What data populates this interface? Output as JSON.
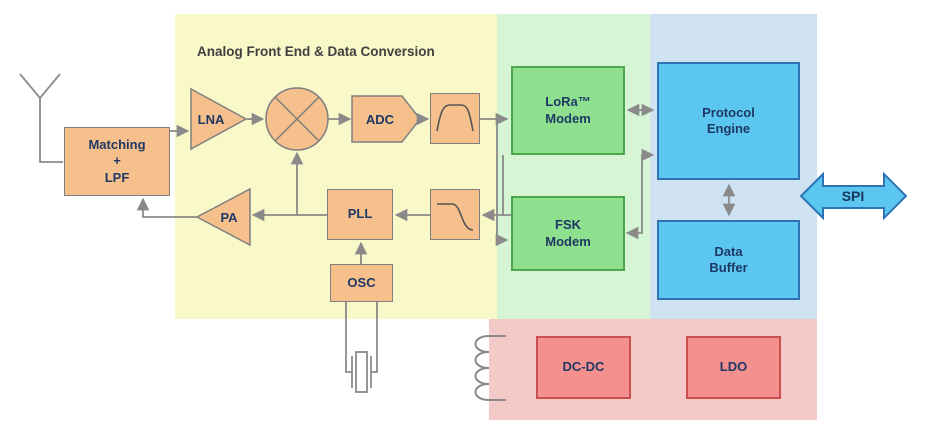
{
  "regions": {
    "afe": {
      "title": "Analog Front End & Data Conversion"
    },
    "modem": {
      "title": ""
    },
    "digital": {
      "title": ""
    },
    "power": {
      "title": ""
    }
  },
  "blocks": {
    "matching": {
      "line1": "Matching",
      "line2": "+",
      "line3": "LPF"
    },
    "lna": {
      "label": "LNA"
    },
    "adc": {
      "label": "ADC"
    },
    "pa": {
      "label": "PA"
    },
    "pll": {
      "label": "PLL"
    },
    "osc": {
      "label": "OSC"
    },
    "lora_modem": {
      "line1": "LoRa™",
      "line2": "Modem"
    },
    "fsk_modem": {
      "line1": "FSK",
      "line2": "Modem"
    },
    "protocol_engine": {
      "line1": "Protocol",
      "line2": "Engine"
    },
    "data_buffer": {
      "line1": "Data",
      "line2": "Buffer"
    },
    "spi": {
      "label": "SPI"
    },
    "dcdc": {
      "label": "DC-DC"
    },
    "ldo": {
      "label": "LDO"
    }
  },
  "colors": {
    "afe_region": "#f8f8c9",
    "modem_region": "#d5f5d5",
    "digital_region": "#cfe2f2",
    "power_region": "#f6c9c9",
    "analog_block": "#f6c08d",
    "modem_block": "#8ee08e",
    "digital_block": "#5bc6f0",
    "power_block": "#f4918f",
    "spi_arrow": "#5bc6f0",
    "wire": "#8a8a8a"
  }
}
